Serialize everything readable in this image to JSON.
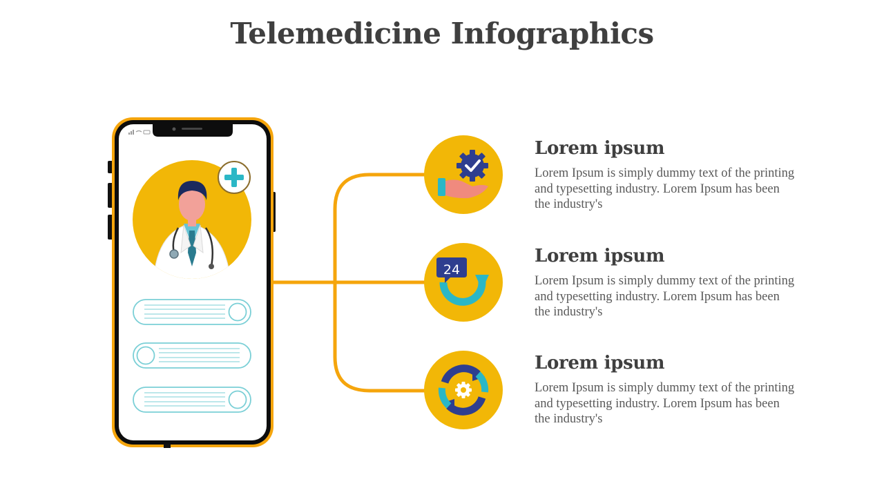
{
  "slide": {
    "title": "Telemedicine Infographics"
  },
  "colors": {
    "accent": "#F5A50C",
    "circle": "#F2B707",
    "teal": "#2BB7C6",
    "navy": "#2E3E8F",
    "text_dark": "#3F3F3F",
    "text_body": "#595959"
  },
  "items": [
    {
      "title": "Lorem ipsum",
      "description": "Lorem Ipsum is simply dummy text of the printing and typesetting industry. Lorem Ipsum has been the industry's",
      "icon": "hand-gear-check-icon"
    },
    {
      "title": "Lorem ipsum",
      "description": "Lorem Ipsum is simply dummy text of the printing and typesetting industry. Lorem Ipsum has been the industry's",
      "icon": "24-hours-icon",
      "icon_text": "24"
    },
    {
      "title": "Lorem ipsum",
      "description": "Lorem Ipsum is simply dummy text of the printing and typesetting industry. Lorem Ipsum has been the industry's",
      "icon": "gear-cycle-icon"
    }
  ],
  "phone": {
    "icons": [
      "doctor-avatar-icon",
      "medical-plus-icon",
      "message-bubble-icon"
    ]
  }
}
